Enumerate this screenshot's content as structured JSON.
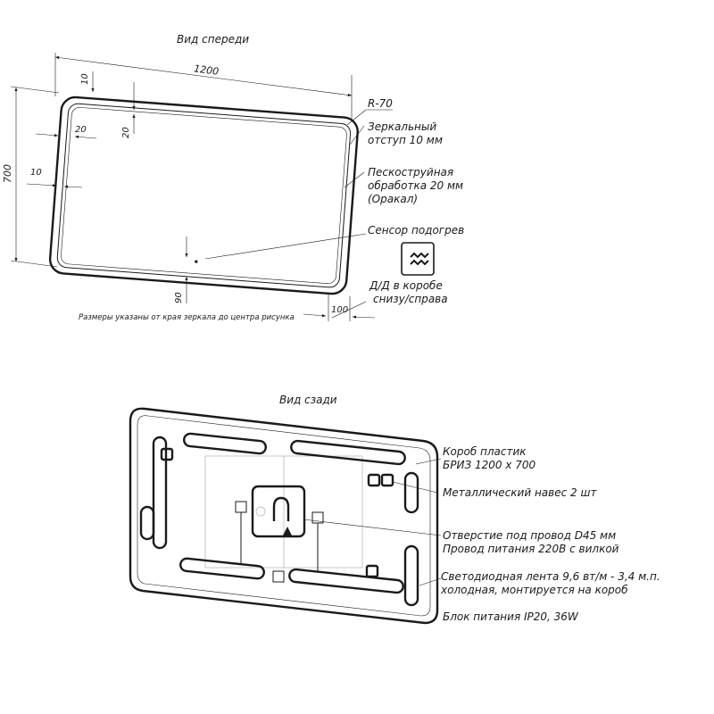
{
  "front_view": {
    "title": "Вид спереди",
    "dims": {
      "width": "1200",
      "height": "700",
      "top_offset": "10",
      "left_offset": "10",
      "left_inner": "20",
      "top_inner": "20",
      "sensor_from_bottom": "90",
      "right_bottom": "100"
    },
    "callouts": {
      "radius": "R-70",
      "mirror_indent_1": "Зеркальный",
      "mirror_indent_2": "отступ 10 мм",
      "sandblast_1": "Пескоструйная",
      "sandblast_2": "обработка 20 мм",
      "sandblast_3": "(Оракал)",
      "sensor": "Сенсор подогрев",
      "box_1": "Д/Д в коробе",
      "box_2": "снизу/справа"
    },
    "note": "Размеры указаны от края зеркала до центра рисунка"
  },
  "back_view": {
    "title": "Вид сзади",
    "callouts": {
      "case_1": "Короб пластик",
      "case_2": "БРИЗ 1200 х 700",
      "hanger": "Металлический навес 2 шт",
      "hole_1": "Отверстие под провод D45 мм",
      "hole_2": "Провод питания 220В с вилкой",
      "led_1": "Светодиодная лента 9,6 вт/м - 3,4 м.п.",
      "led_2": "холодная, монтируется на короб",
      "psu": "Блок питания IP20, 36W"
    }
  }
}
